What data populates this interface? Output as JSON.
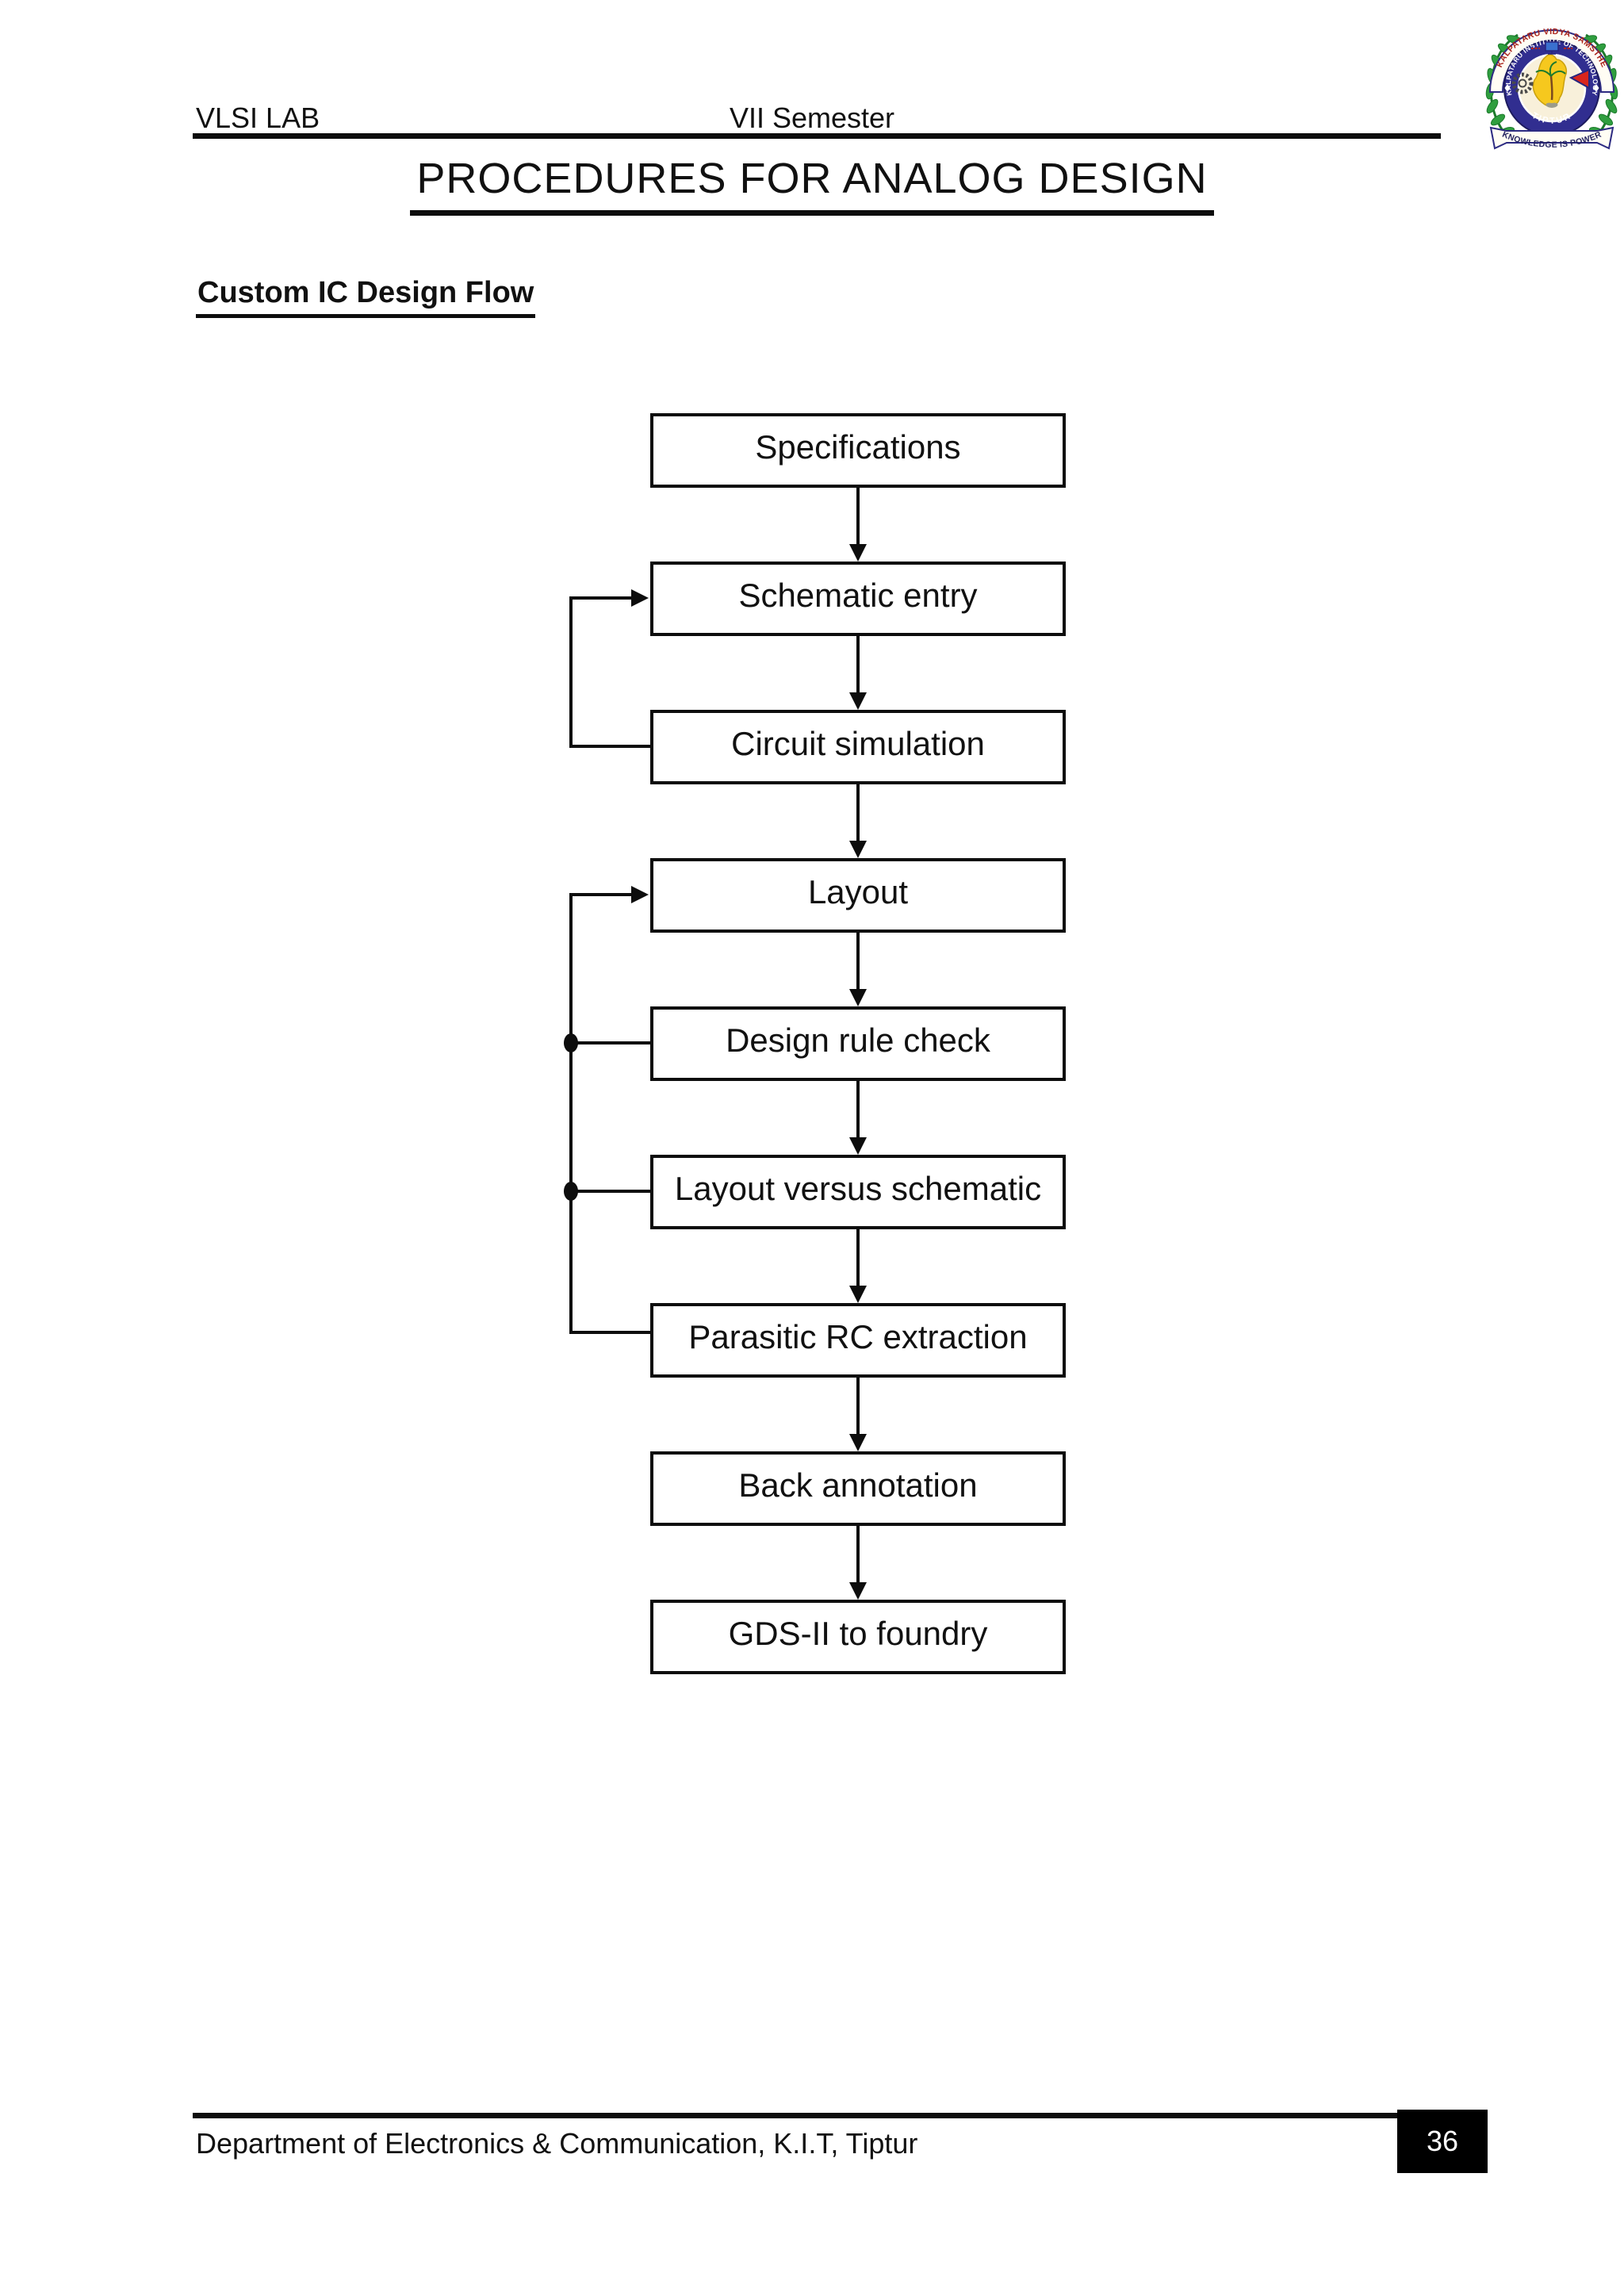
{
  "header": {
    "left": "VLSI LAB",
    "center": "VII Semester"
  },
  "title": "PROCEDURES FOR ANALOG DESIGN",
  "section_heading": "Custom IC Design Flow",
  "flowchart": {
    "nodes": [
      {
        "label": "Specifications"
      },
      {
        "label": "Schematic entry"
      },
      {
        "label": "Circuit simulation"
      },
      {
        "label": "Layout"
      },
      {
        "label": "Design rule check"
      },
      {
        "label": "Layout versus schematic"
      },
      {
        "label": "Parasitic RC extraction"
      },
      {
        "label": "Back annotation"
      },
      {
        "label": "GDS-II to foundry"
      }
    ],
    "edges": [
      {
        "from": "Specifications",
        "to": "Schematic entry",
        "type": "forward"
      },
      {
        "from": "Schematic entry",
        "to": "Circuit simulation",
        "type": "forward"
      },
      {
        "from": "Circuit simulation",
        "to": "Layout",
        "type": "forward"
      },
      {
        "from": "Layout",
        "to": "Design rule check",
        "type": "forward"
      },
      {
        "from": "Design rule check",
        "to": "Layout versus schematic",
        "type": "forward"
      },
      {
        "from": "Layout versus schematic",
        "to": "Parasitic RC extraction",
        "type": "forward"
      },
      {
        "from": "Parasitic RC extraction",
        "to": "Back annotation",
        "type": "forward"
      },
      {
        "from": "Back annotation",
        "to": "GDS-II to foundry",
        "type": "forward"
      },
      {
        "from": "Circuit simulation",
        "to": "Schematic entry",
        "type": "feedback"
      },
      {
        "from": "Design rule check",
        "to": "Layout",
        "type": "feedback"
      },
      {
        "from": "Layout versus schematic",
        "to": "Layout",
        "type": "feedback"
      },
      {
        "from": "Parasitic RC extraction",
        "to": "Layout",
        "type": "feedback"
      }
    ]
  },
  "logo": {
    "top_ribbon": "KALPATARU VIDYA SAMSTHE",
    "ring_text": "KALPATARU INSTITUTE OF TECHNOLOGY",
    "city": "TIPTUR",
    "motto": "KNOWLEDGE IS POWER",
    "colors": {
      "ring": "#312e90",
      "leaves": "#2f9e3f",
      "ribbon_text": "#a9231a",
      "center_bg": "#f8f0da",
      "map_yellow": "#f6c81e",
      "motto_text": "#23225f"
    }
  },
  "footer": {
    "department": "Department of Electronics & Communication, K.I.T, Tiptur",
    "page_number": "36"
  }
}
